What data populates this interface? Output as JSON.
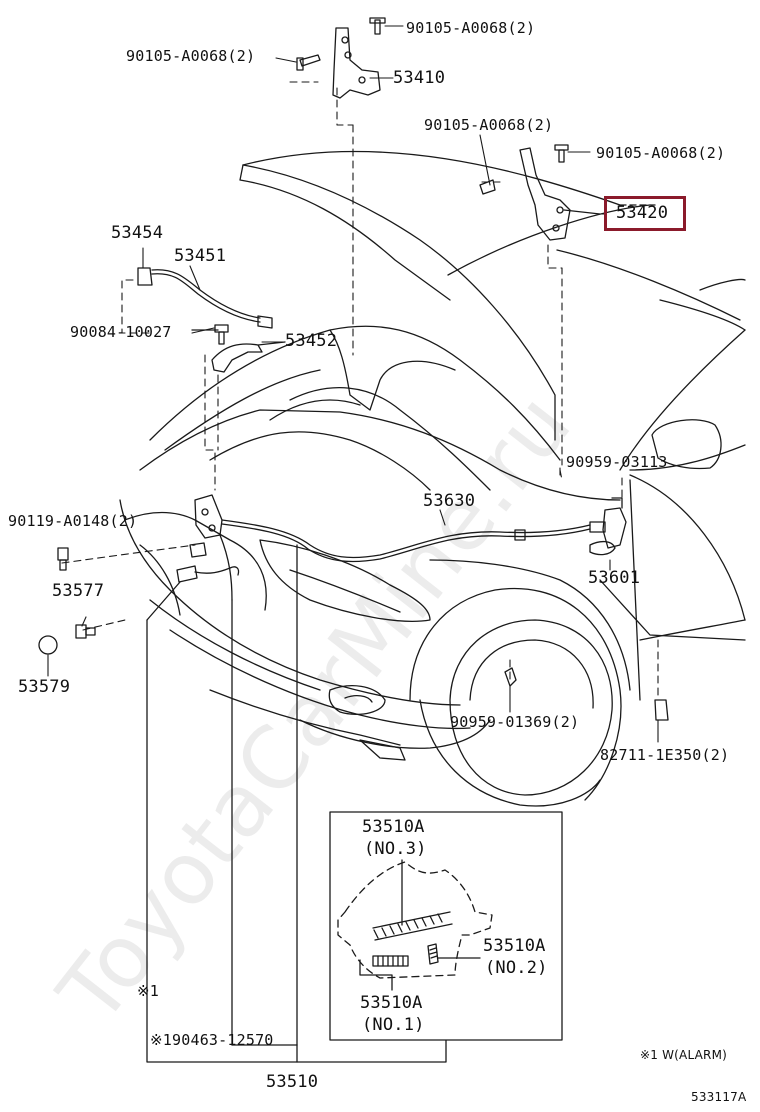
{
  "labels": {
    "bolt_top_right": "90105-A0068(2)",
    "bolt_top_left": "90105-A0068(2)",
    "hinge_lh": "53410",
    "bolt_rh_upper": "90105-A0068(2)",
    "bolt_rh_right": "90105-A0068(2)",
    "hinge_rh": "53420",
    "cushion": "53454",
    "support_rod": "53451",
    "screw_90084": "90084-10027",
    "rod_holder": "53452",
    "clip_90959_a": "90959-03113",
    "release_cable": "53630",
    "bolt_90119": "90119-A0148(2)",
    "release_lever": "53601",
    "part_53577": "53577",
    "part_53579": "53579",
    "clip_90959_b": "90959-01369(2)",
    "clamp_82711": "82711-1E350(2)",
    "spring_no3_num": "53510A",
    "spring_no3_sub": "(NO.3)",
    "spring_no2_num": "53510A",
    "spring_no2_sub": "(NO.2)",
    "spring_no1_num": "53510A",
    "spring_no1_sub": "(NO.1)",
    "note_mark": "※1",
    "switch_part": "※190463-12570",
    "hood_lock": "53510",
    "footnote": "※1 W(ALARM)",
    "diagram_code": "533117A"
  },
  "watermark": "ToyotaCarMine.ru",
  "colors": {
    "line": "#1a1a1a",
    "highlight": "#8b1a2b"
  }
}
